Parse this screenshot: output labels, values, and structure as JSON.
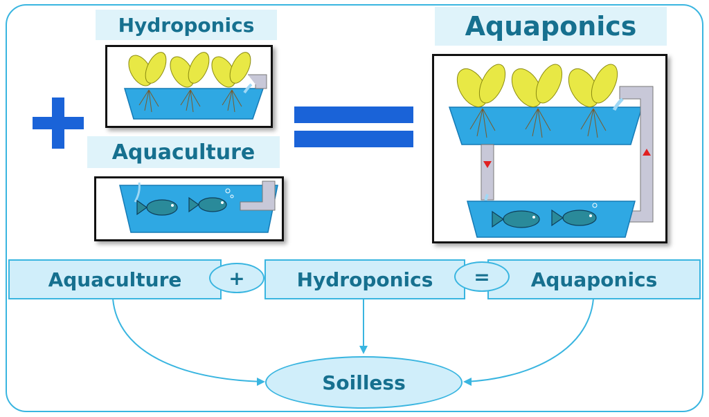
{
  "top": {
    "hydroponics_label": "Hydroponics",
    "aquaculture_label": "Aquaculture",
    "aquaponics_label": "Aquaponics",
    "plus_symbol": "+",
    "equals_symbol": "="
  },
  "equation": {
    "aquaculture": "Aquaculture",
    "plus": "+",
    "hydroponics": "Hydroponics",
    "equals": "=",
    "aquaponics": "Aquaponics"
  },
  "result": {
    "label": "Soilless"
  },
  "colors": {
    "label_text": "#16708f",
    "frame_border": "#39b5e0",
    "water": "#2fa8e3",
    "symbol_blue": "#1a63d8",
    "leaf": "#e8e845",
    "pipe": "#c8c8d8",
    "arrow_red": "#e02020"
  }
}
